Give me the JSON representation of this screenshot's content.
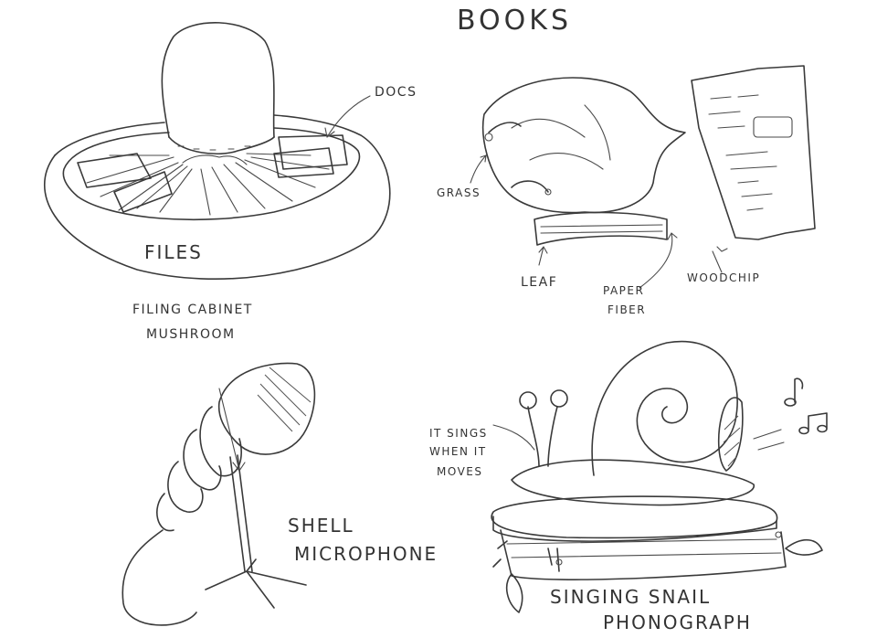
{
  "colors": {
    "ink": "#3a3a3a",
    "paper": "#ffffff"
  },
  "labels": {
    "title": "BOOKS",
    "docs": "DOCS",
    "files": "FILES",
    "mushroom_caption_1": "FILING CABINET",
    "mushroom_caption_2": "MUSHROOM",
    "grass": "GRASS",
    "leaf": "LEAF",
    "paper_fiber_1": "PAPER",
    "paper_fiber_2": "FIBER",
    "woodchip": "WOODCHIP",
    "shell_1": "SHELL",
    "shell_2": "MICROPHONE",
    "sings_1": "IT SINGS",
    "sings_2": "WHEN IT",
    "sings_3": "MOVES",
    "snail_1": "SINGING SNAIL",
    "snail_2": "PHONOGRAPH"
  },
  "icons": [
    "music-note-icon",
    "double-music-note-icon"
  ]
}
